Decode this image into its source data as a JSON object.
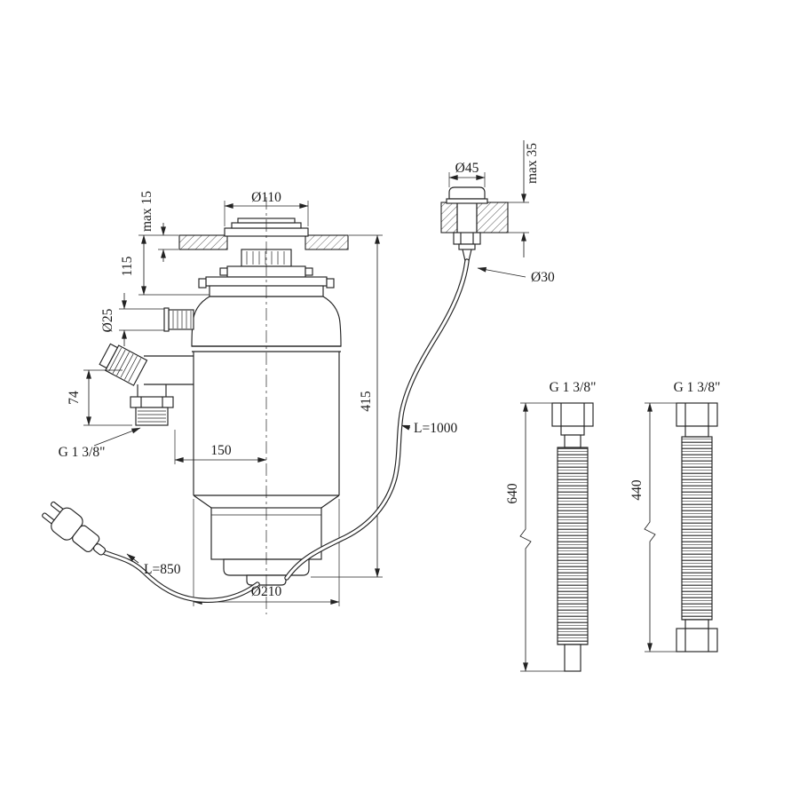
{
  "colors": {
    "line": "#232323",
    "background": "#ffffff"
  },
  "disposer": {
    "flange_diameter": "Ø110",
    "sink_thickness": "max 15",
    "neck_height": "115",
    "inlet_diameter": "Ø25",
    "outlet_height": "74",
    "outlet_thread": "G 1 3/8\"",
    "outlet_offset": "150",
    "total_height": "415",
    "body_diameter": "Ø210",
    "cord_length": "L=850"
  },
  "air_switch": {
    "button_diameter": "Ø45",
    "counter_thickness": "max 35",
    "hole_diameter": "Ø30",
    "tube_length": "L=1000"
  },
  "hose_long": {
    "thread": "G 1 3/8\"",
    "length": "640"
  },
  "hose_short": {
    "thread": "G 1 3/8\"",
    "length": "440"
  }
}
